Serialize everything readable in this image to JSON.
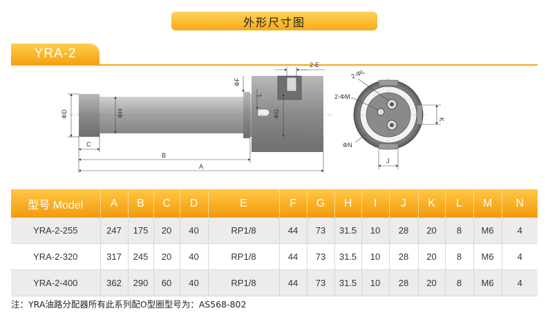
{
  "header": {
    "title": "外形尺寸图",
    "model_tab": "YRA-2"
  },
  "drawing": {
    "labels": {
      "c": "C",
      "b": "B",
      "a": "A",
      "phi_d": "ΦD",
      "phi_h": "ΦH",
      "phi_f": "ΦF",
      "phi_g": "ΦG",
      "l": "L",
      "two_e": "2-E",
      "two_phi_l": "2-ΦL",
      "two_phi_m": "2-ΦM",
      "phi_n": "ΦN",
      "j": "J",
      "k": "K"
    }
  },
  "table": {
    "headers": [
      "型号 Model",
      "A",
      "B",
      "C",
      "D",
      "E",
      "F",
      "G",
      "H",
      "I",
      "J",
      "K",
      "L",
      "M",
      "N"
    ],
    "rows": [
      [
        "YRA-2-255",
        "247",
        "175",
        "20",
        "40",
        "RP1/8",
        "44",
        "73",
        "31.5",
        "10",
        "28",
        "20",
        "8",
        "M6",
        "4"
      ],
      [
        "YRA-2-320",
        "317",
        "245",
        "20",
        "40",
        "RP1/8",
        "44",
        "73",
        "31.5",
        "10",
        "28",
        "20",
        "8",
        "M6",
        "4"
      ],
      [
        "YRA-2-400",
        "362",
        "290",
        "60",
        "40",
        "RP1/8",
        "44",
        "73",
        "31.5",
        "10",
        "28",
        "20",
        "8",
        "M6",
        "4"
      ]
    ]
  },
  "note": "注：YRA油路分配器所有此系列配O型圈型号为：AS568-802",
  "colors": {
    "accent": "#f7a91a",
    "part_gray": "#8e8e8e",
    "row_gray": "#ececec"
  }
}
